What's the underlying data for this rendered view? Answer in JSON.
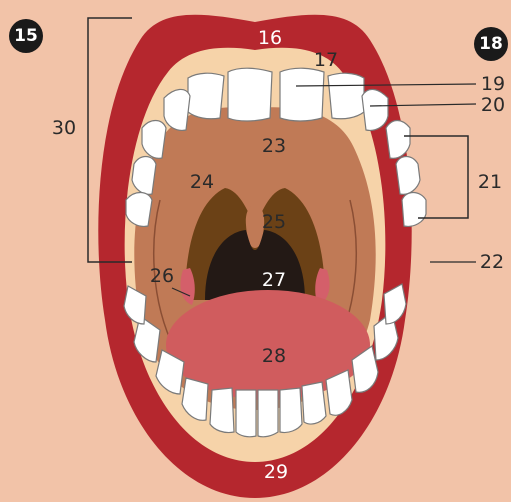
{
  "badges": {
    "left": "15",
    "right": "18"
  },
  "labels": {
    "l16": "16",
    "l17": "17",
    "l19": "19",
    "l20": "20",
    "l21": "21",
    "l22": "22",
    "l23": "23",
    "l24": "24",
    "l25": "25",
    "l26": "26",
    "l27": "27",
    "l28": "28",
    "l29": "29",
    "l30": "30"
  },
  "colors": {
    "skin": "#f2c3a8",
    "lips": "#b5272e",
    "gums": "#f6d3a9",
    "palate": "#c07a56",
    "tonsil_arch": "#6b4116",
    "throat": "#231915",
    "tongue": "#d05c5e",
    "uvula": "#c07a56"
  }
}
